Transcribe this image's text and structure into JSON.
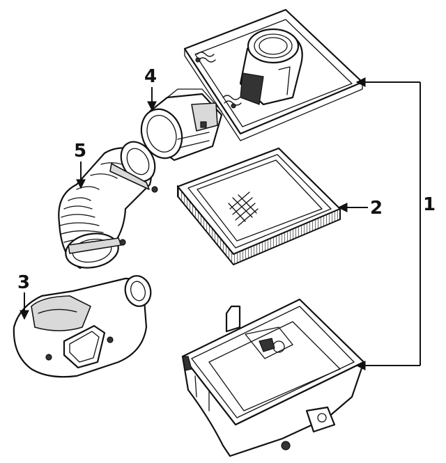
{
  "callouts": {
    "c1": "1",
    "c2": "2",
    "c3": "3",
    "c4": "4",
    "c5": "5"
  },
  "colors": {
    "line": "#111111",
    "background": "#ffffff",
    "shade": "#d9d9d9"
  }
}
